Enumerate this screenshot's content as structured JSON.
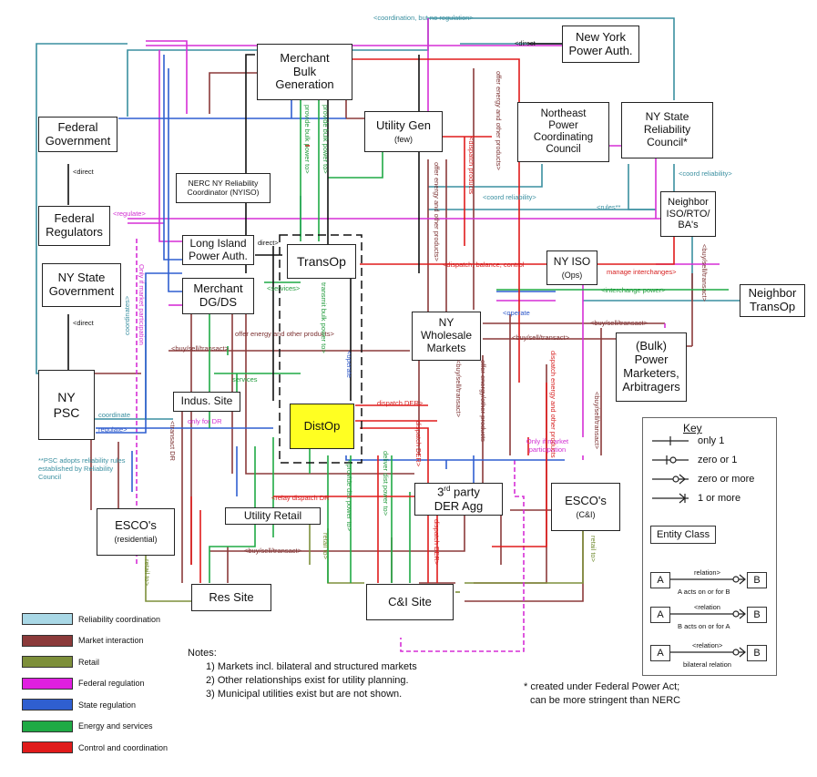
{
  "entities": {
    "merchant_bulk": {
      "l1": "Merchant",
      "l2": "Bulk",
      "l3": "Generation"
    },
    "ny_power_auth": {
      "l1": "New York",
      "l2": "Power Auth."
    },
    "utility_gen": {
      "l1": "Utility Gen",
      "sub": "(few)"
    },
    "npcc": {
      "l1": "Northeast",
      "l2": "Power",
      "l3": "Coordinating",
      "l4": "Council"
    },
    "nysrc": {
      "l1": "NY State",
      "l2": "Reliability",
      "l3": "Council*"
    },
    "federal_gov": {
      "l1": "Federal",
      "l2": "Government"
    },
    "nerc": {
      "l1": "NERC NY Reliability",
      "l2": "Coordinator (NYISO)"
    },
    "federal_reg": {
      "l1": "Federal",
      "l2": "Regulators"
    },
    "neighbor_iso": {
      "l1": "Neighbor",
      "l2": "ISO/RTO/",
      "l3": "BA's"
    },
    "long_island": {
      "l1": "Long Island",
      "l2": "Power Auth."
    },
    "transop": {
      "l1": "TransOp"
    },
    "ny_iso": {
      "l1": "NY ISO",
      "sub": "(Ops)"
    },
    "ny_state_gov": {
      "l1": "NY State",
      "l2": "Government"
    },
    "merchant_dgds": {
      "l1": "Merchant",
      "l2": "DG/DS"
    },
    "neighbor_transop": {
      "l1": "Neighbor",
      "l2": "TransOp"
    },
    "ny_wholesale": {
      "l1": "NY",
      "l2": "Wholesale",
      "l3": "Markets"
    },
    "bulk_marketers": {
      "l1": "(Bulk)",
      "l2": "Power",
      "l3": "Marketers,",
      "l4": "Arbitragers"
    },
    "ny_psc": {
      "l1": "NY",
      "l2": "PSC"
    },
    "indus_site": {
      "l1": "Indus. Site"
    },
    "distop": {
      "l1": "DistOp"
    },
    "third_party": {
      "l1": "3",
      "sup": "rd",
      "l1b": " party",
      "l2": "DER Agg"
    },
    "esco_ci": {
      "l1": "ESCO's",
      "sub": "(C&I)"
    },
    "esco_res": {
      "l1": "ESCO's",
      "sub": "(residential)"
    },
    "utility_retail": {
      "l1": "Utility Retail"
    },
    "res_site": {
      "l1": "Res Site"
    },
    "ci_site": {
      "l1": "C&I Site"
    }
  },
  "edge_labels": {
    "coord_no_reg": "<coordination, but no regulation>",
    "direct_top": "<direct",
    "direct_fed": "<direct",
    "direct_state": "<direct",
    "direct_li": "direct>",
    "offer_energy_top": "offer energy and other products>",
    "dispatch_products": "<dispatch products",
    "offer_energy_mid": "offer energy and other products>",
    "provide_bulk_1": "provide bulk power to>",
    "provide_bulk_2": "provide bulk power to>",
    "coord_reliability_1": "<coord reliability>",
    "coord_reliability_2": "<coord reliability>",
    "rules": "<rules**",
    "regulate_fed": "<regulate>",
    "regulate_psc": "regulate>",
    "coordinate_psc": "coordinate",
    "coordinates_v": "coordinates>",
    "dispatch_balance": "<dispatch, balance, control",
    "manage_interchanges": "manage interchanges>",
    "buy_sell_right": "<buy/sell/transact>",
    "services_top": "<services>",
    "interchange_power": "<interchange power>",
    "operate": "<operate",
    "buy_sell_mid": "<buy/sell/transact>",
    "buy_sell_mid2": "<buy/sell/transact>",
    "offer_energy_dg": "offer energy and other products>",
    "buy_sell_left": "<buy/sell/transact>",
    "only_market_v": "Only if market participation",
    "services_indus": "services",
    "only_dr": "only for DR",
    "dispatch_der": "dispatch DER>",
    "dispatch_der_v": "dispatch DER>",
    "transact_dr": "<transact DR",
    "relay_dispatch": "<relay dispatch DR",
    "buy_sell_bottom": "<buy/sell/transact>",
    "dispatch_der_v2": "dispatch DER>",
    "retail_to_1": "retail to>",
    "retail_to_2": "retail to>",
    "retail_to_3": "retail to>",
    "only_market_box": "Only if market participation",
    "dispatch_energy": "dispatch energy and other products",
    "offer_energy_der": "offer energy/other products",
    "buy_sell_v": "<buy/sell/transact>",
    "buy_sell_v2": "<buy/sell/transact>",
    "transmit_power": "transmit bulk power to>",
    "operate_v": "<operate",
    "deliver_dist": "deliver dist power to>",
    "provide_dist": "<provide dist power to>"
  },
  "psc_note": "**PSC adopts reliability rules established by Reliability Council",
  "key": {
    "title": "Key",
    "only1": "only 1",
    "zero_or_1": "zero or 1",
    "zero_or_more": "zero or more",
    "one_or_more": "1 or more",
    "entity_class": "Entity Class",
    "ex1_rel": "relation>",
    "ex1_caption": "A acts on or for B",
    "ex2_rel": "<relation",
    "ex2_caption": "B acts on or for A",
    "ex3_rel": "<relation>",
    "ex3_caption": "bilateral relation",
    "a": "A",
    "b": "B"
  },
  "legend": [
    {
      "label": "Reliability coordination",
      "color": "#a9d8e6"
    },
    {
      "label": "Market interaction",
      "color": "#8b3a3a"
    },
    {
      "label": "Retail",
      "color": "#7d8f3a"
    },
    {
      "label": "Federal regulation",
      "color": "#e01fe0"
    },
    {
      "label": "State regulation",
      "color": "#2f5fd0"
    },
    {
      "label": "Energy and services",
      "color": "#1faa45"
    },
    {
      "label": "Control and coordination",
      "color": "#e01b1b"
    }
  ],
  "notes": {
    "title": "Notes:",
    "n1": "1) Markets incl. bilateral and structured markets",
    "n2": "2) Other relationships exist for utility planning.",
    "n3": "3) Municipal utilities exist but are not shown."
  },
  "footnote": {
    "l1": "* created under Federal Power Act;",
    "l2": "can be more stringent than NERC"
  },
  "colors": {
    "reliability": "#3a8fa0",
    "market": "#8b3a3a",
    "retail": "#7d8f3a",
    "federal": "#d62fd6",
    "state": "#2f5fd0",
    "energy": "#1faa45",
    "control": "#e01b1b",
    "highlight": "#ffff22"
  }
}
